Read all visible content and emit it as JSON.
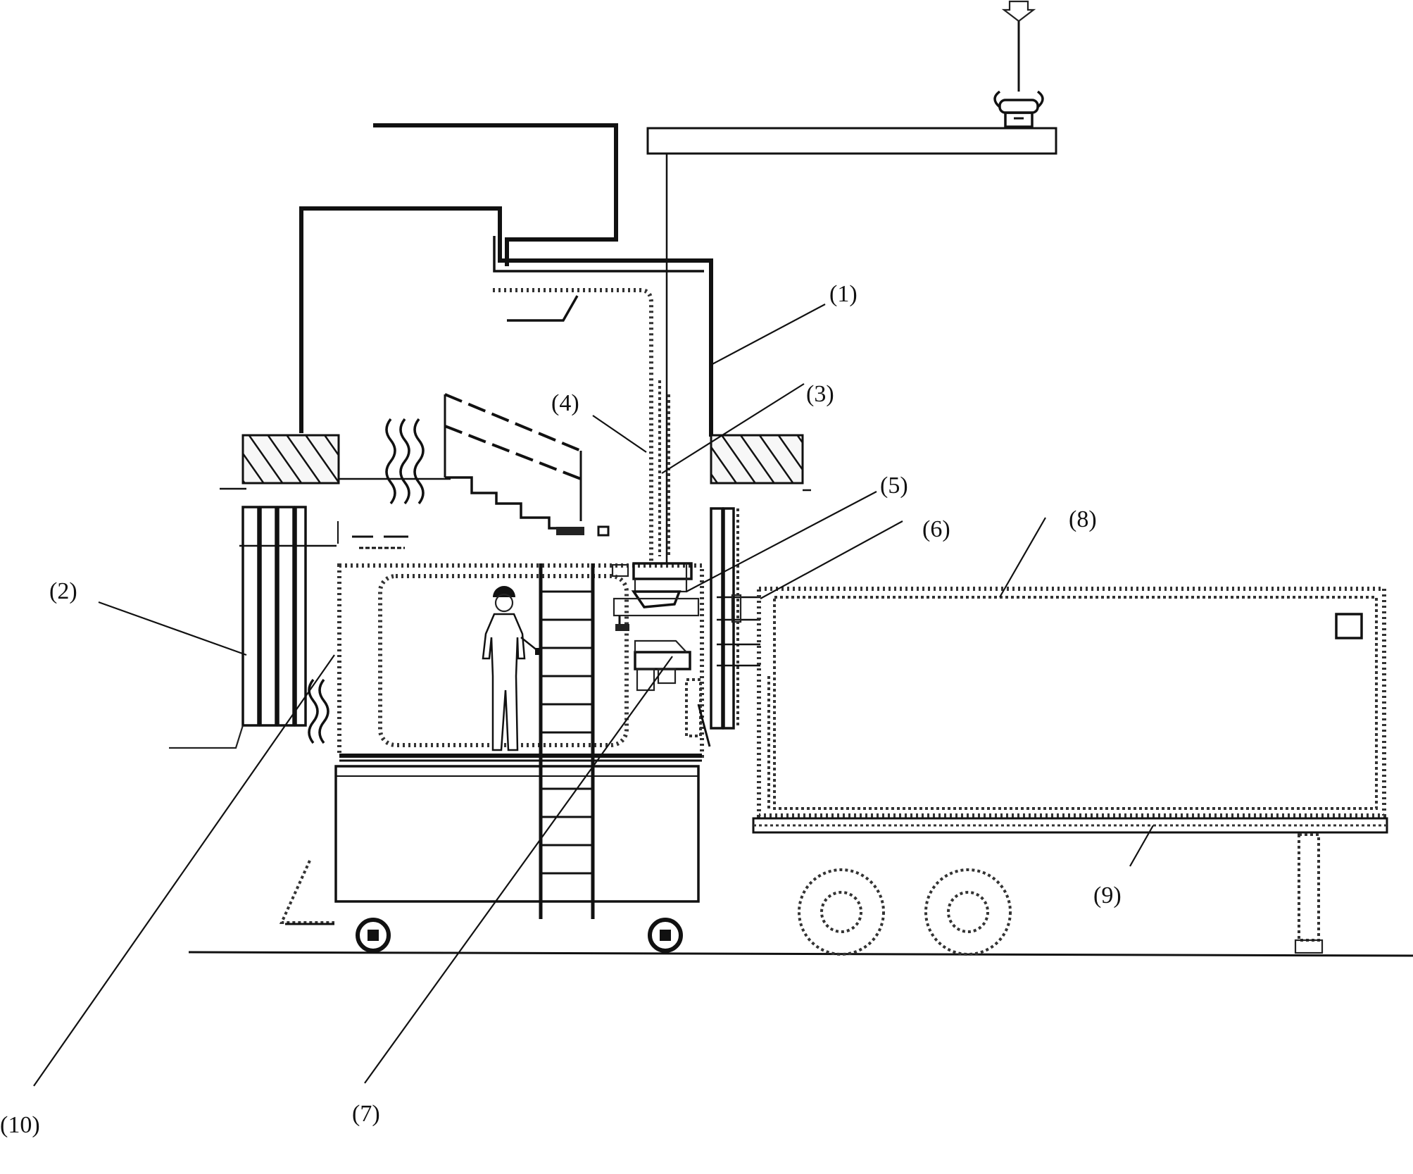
{
  "labels": {
    "l1": "(1)",
    "l2": "(2)",
    "l3": "(3)",
    "l4": "(4)",
    "l5": "(5)",
    "l6": "(6)",
    "l7": "(7)",
    "l8": "(8)",
    "l9": "(9)",
    "l10": "(10)"
  }
}
